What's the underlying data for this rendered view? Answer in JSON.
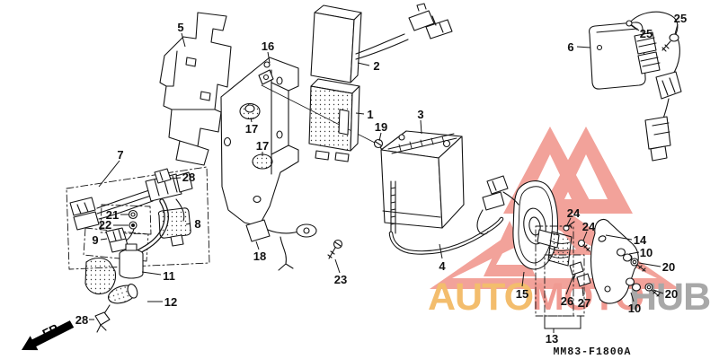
{
  "watermark": {
    "triangle_color": "#f2a29a",
    "brand_segments": [
      {
        "text": "AUTO",
        "color": "#f3bd6d"
      },
      {
        "text": "MOTO",
        "color": "#f09a92"
      },
      {
        "text": "HUB",
        "color": "#a8a8a8"
      }
    ]
  },
  "diagram": {
    "code": "MM83-F1800A",
    "direction_label": "FR.",
    "callouts": [
      {
        "num": "5"
      },
      {
        "num": "16"
      },
      {
        "num": "2"
      },
      {
        "num": "25"
      },
      {
        "num": "25"
      },
      {
        "num": "6"
      },
      {
        "num": "1"
      },
      {
        "num": "19"
      },
      {
        "num": "3"
      },
      {
        "num": "17"
      },
      {
        "num": "17"
      },
      {
        "num": "7"
      },
      {
        "num": "28"
      },
      {
        "num": "21"
      },
      {
        "num": "22"
      },
      {
        "num": "9"
      },
      {
        "num": "8"
      },
      {
        "num": "11"
      },
      {
        "num": "12"
      },
      {
        "num": "28"
      },
      {
        "num": "18"
      },
      {
        "num": "23"
      },
      {
        "num": "4"
      },
      {
        "num": "24"
      },
      {
        "num": "24"
      },
      {
        "num": "14"
      },
      {
        "num": "10"
      },
      {
        "num": "20"
      },
      {
        "num": "20"
      },
      {
        "num": "10"
      },
      {
        "num": "15"
      },
      {
        "num": "26"
      },
      {
        "num": "27"
      },
      {
        "num": "13"
      }
    ]
  }
}
